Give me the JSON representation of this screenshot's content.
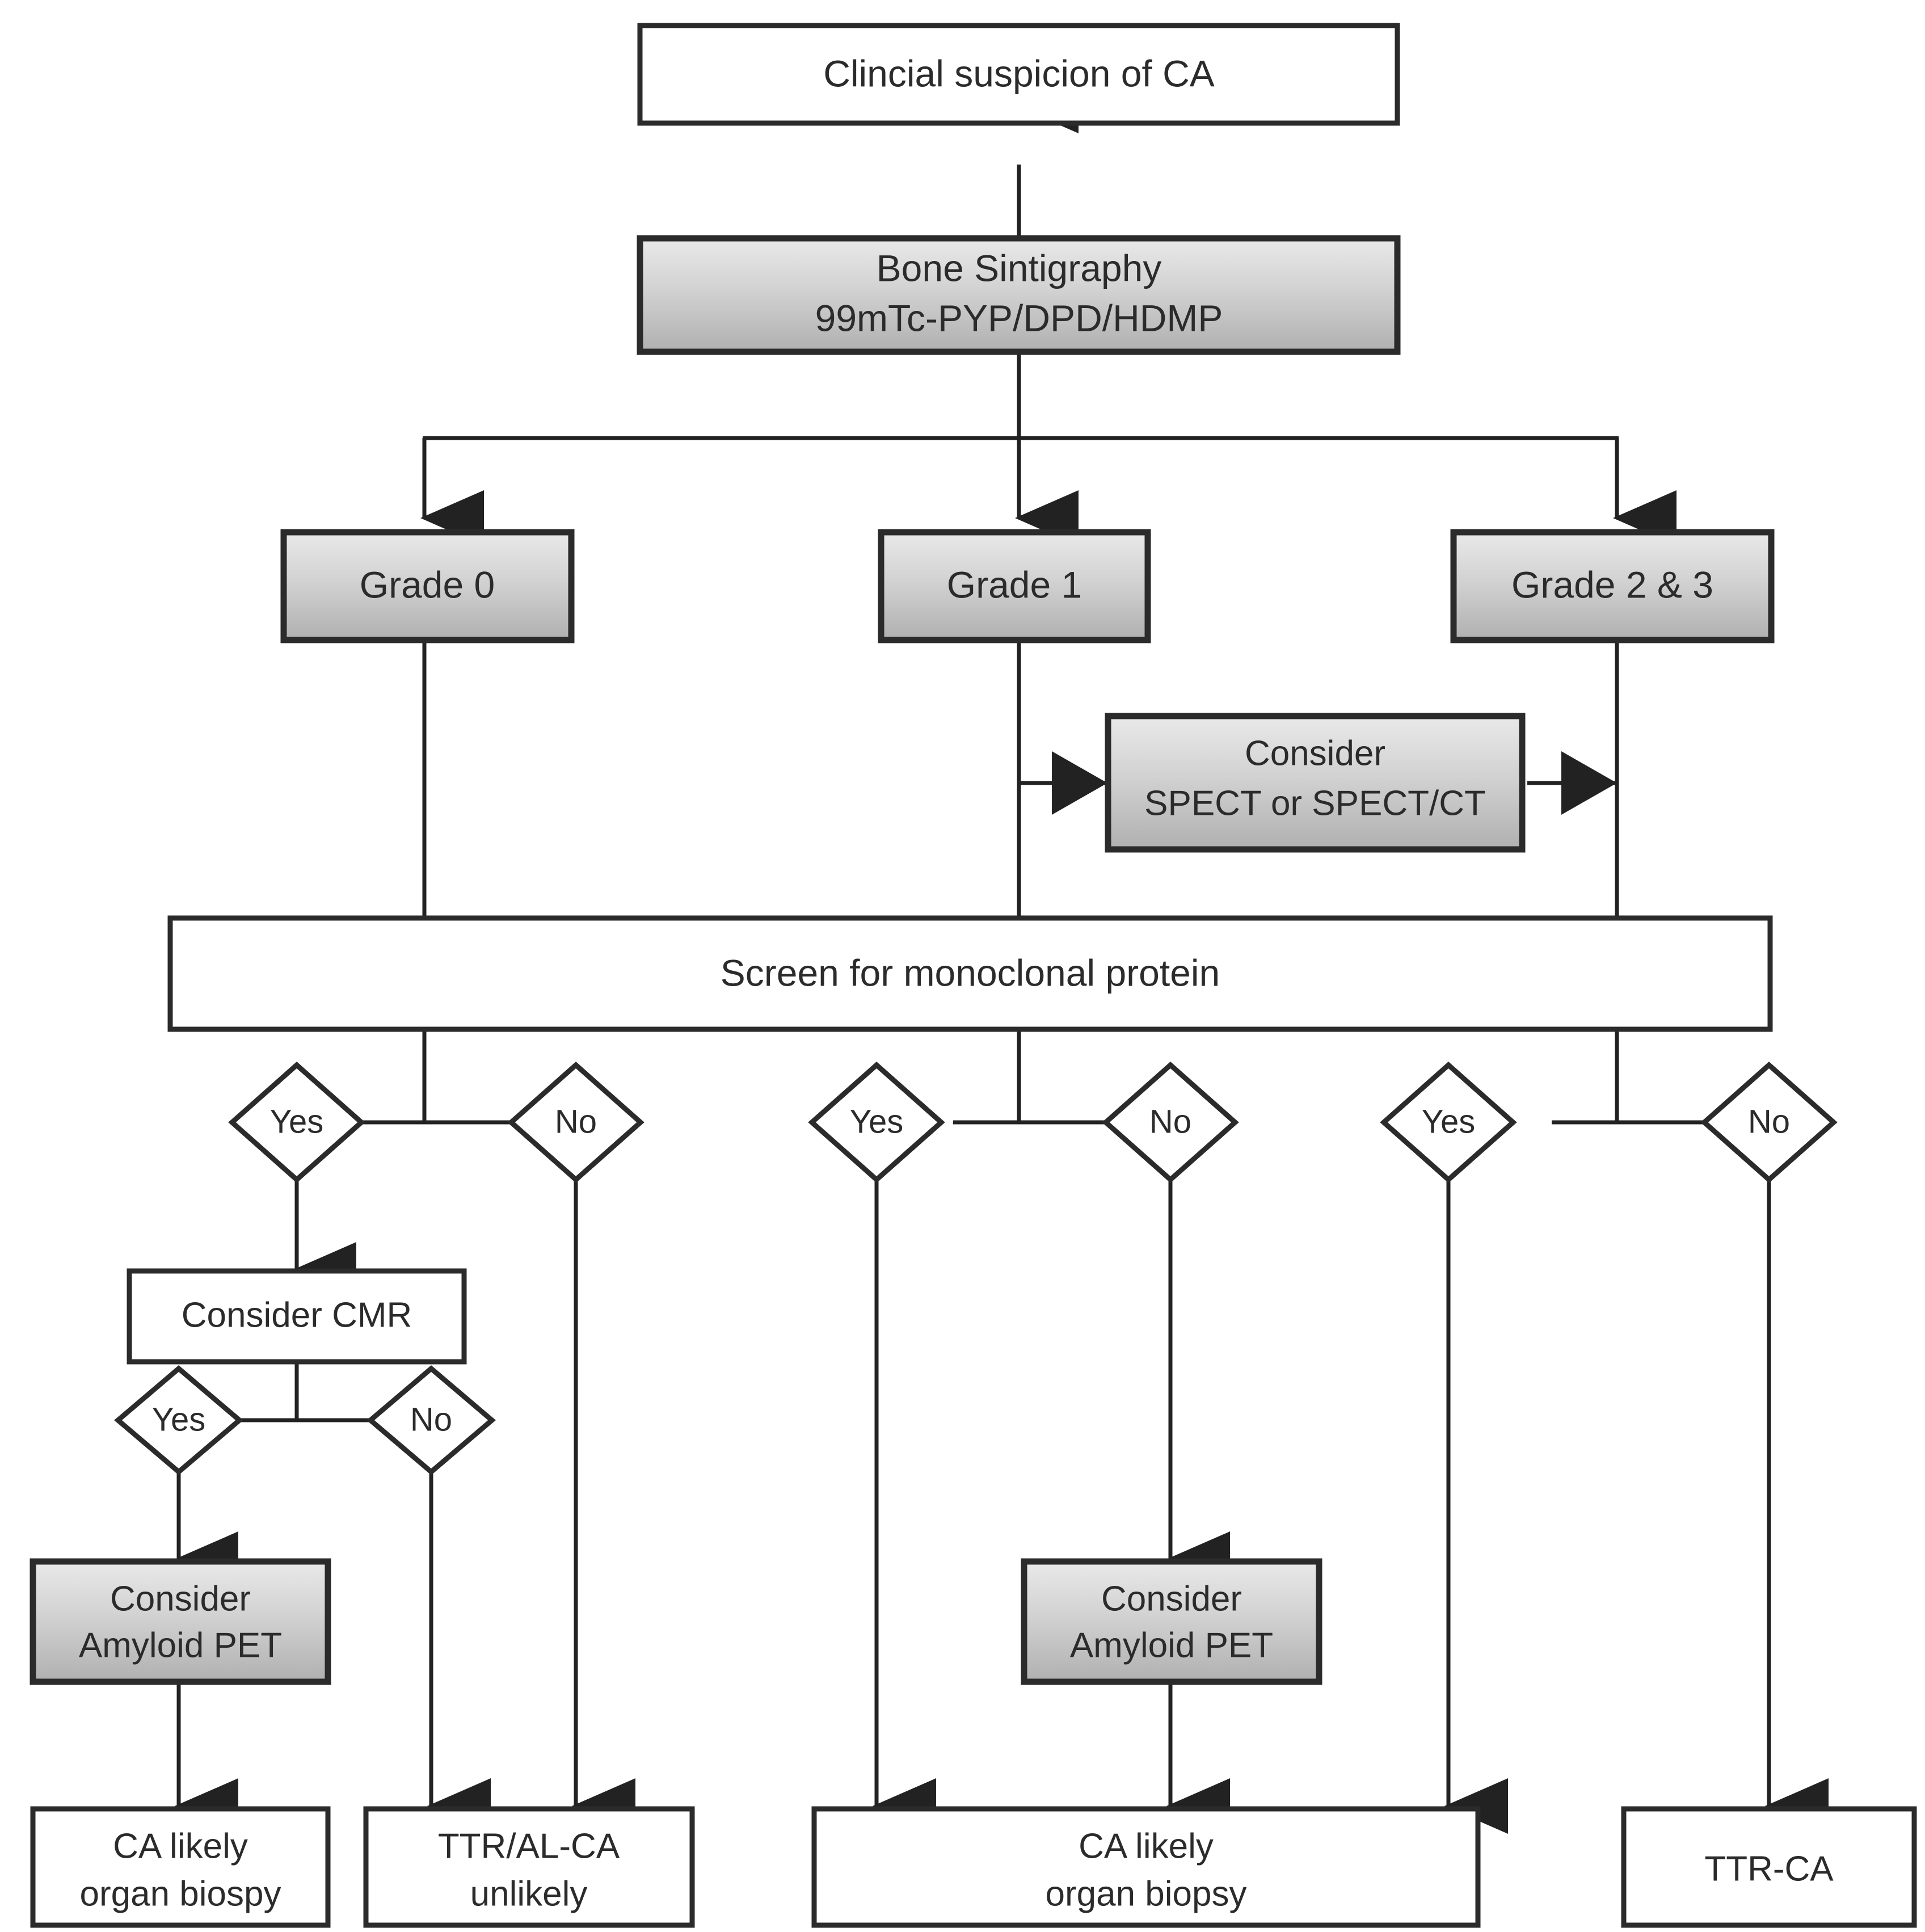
{
  "chart_data": {
    "type": "diagram",
    "title": "Diagnostic algorithm for cardiac amyloidosis",
    "nodes": [
      {
        "id": "n1",
        "label": "Clincial suspicion of CA",
        "shape": "rect",
        "style": "plain"
      },
      {
        "id": "n2",
        "label": "Bone Sintigraphy\n99mTc-PYP/DPD/HDMP",
        "shape": "rect",
        "style": "gradient"
      },
      {
        "id": "n3",
        "label": "Grade 0",
        "shape": "rect",
        "style": "gradient"
      },
      {
        "id": "n4",
        "label": "Grade 1",
        "shape": "rect",
        "style": "gradient"
      },
      {
        "id": "n5",
        "label": "Grade 2 & 3",
        "shape": "rect",
        "style": "gradient"
      },
      {
        "id": "n6",
        "label": "Consider\nSPECT or SPECT/CT",
        "shape": "rect",
        "style": "gradient"
      },
      {
        "id": "n7",
        "label": "Screen for monoclonal protein",
        "shape": "rect",
        "style": "plain"
      },
      {
        "id": "d1",
        "label": "Yes",
        "shape": "diamond",
        "style": "plain"
      },
      {
        "id": "d2",
        "label": "No",
        "shape": "diamond",
        "style": "plain"
      },
      {
        "id": "d3",
        "label": "Yes",
        "shape": "diamond",
        "style": "plain"
      },
      {
        "id": "d4",
        "label": "No",
        "shape": "diamond",
        "style": "plain"
      },
      {
        "id": "d5",
        "label": "Yes",
        "shape": "diamond",
        "style": "plain"
      },
      {
        "id": "d6",
        "label": "No",
        "shape": "diamond",
        "style": "plain"
      },
      {
        "id": "n8",
        "label": "Consider CMR",
        "shape": "rect",
        "style": "plain"
      },
      {
        "id": "d7",
        "label": "Yes",
        "shape": "diamond",
        "style": "plain"
      },
      {
        "id": "d8",
        "label": "No",
        "shape": "diamond",
        "style": "plain"
      },
      {
        "id": "n9",
        "label": "Consider\nAmyloid PET",
        "shape": "rect",
        "style": "gradient"
      },
      {
        "id": "n10",
        "label": "Consider\nAmyloid PET",
        "shape": "rect",
        "style": "gradient"
      },
      {
        "id": "n11",
        "label": "CA likely\norgan biospy",
        "shape": "rect",
        "style": "plain"
      },
      {
        "id": "n12",
        "label": "TTR/AL-CA\nunlikely",
        "shape": "rect",
        "style": "plain"
      },
      {
        "id": "n13",
        "label": "CA likely\norgan biopsy",
        "shape": "rect",
        "style": "plain"
      },
      {
        "id": "n14",
        "label": "TTR-CA",
        "shape": "rect",
        "style": "plain"
      }
    ],
    "edges": [
      {
        "from": "n1",
        "to": "n2",
        "arrow": true
      },
      {
        "from": "n2",
        "to": "n3",
        "arrow": true
      },
      {
        "from": "n2",
        "to": "n4",
        "arrow": true
      },
      {
        "from": "n2",
        "to": "n5",
        "arrow": true
      },
      {
        "from": "n4",
        "to": "n6",
        "arrow": true
      },
      {
        "from": "n5",
        "to": "n6",
        "arrow": true
      },
      {
        "from": "n3",
        "to": "n7",
        "arrow": false
      },
      {
        "from": "n4",
        "to": "n7",
        "arrow": false
      },
      {
        "from": "n5",
        "to": "n7",
        "arrow": false
      },
      {
        "from": "n7",
        "to": "d1",
        "arrow": false
      },
      {
        "from": "n7",
        "to": "d2",
        "arrow": false
      },
      {
        "from": "n7",
        "to": "d3",
        "arrow": false
      },
      {
        "from": "n7",
        "to": "d4",
        "arrow": false
      },
      {
        "from": "n7",
        "to": "d5",
        "arrow": false
      },
      {
        "from": "n7",
        "to": "d6",
        "arrow": false
      },
      {
        "from": "d1",
        "to": "n8",
        "arrow": true
      },
      {
        "from": "n8",
        "to": "d7",
        "arrow": false
      },
      {
        "from": "n8",
        "to": "d8",
        "arrow": false
      },
      {
        "from": "d7",
        "to": "n9",
        "arrow": true
      },
      {
        "from": "n9",
        "to": "n11",
        "arrow": true
      },
      {
        "from": "d8",
        "to": "n12",
        "arrow": true
      },
      {
        "from": "d2",
        "to": "n12",
        "arrow": true
      },
      {
        "from": "d3",
        "to": "n13",
        "arrow": true
      },
      {
        "from": "d4",
        "to": "n10",
        "arrow": true
      },
      {
        "from": "n10",
        "to": "n13",
        "arrow": true
      },
      {
        "from": "d5",
        "to": "n13",
        "arrow": true
      },
      {
        "from": "d6",
        "to": "n14",
        "arrow": true
      }
    ],
    "colors": {
      "background": "#ffffff",
      "stroke": "#2b2b2b",
      "text": "#2b2b2b",
      "gradient_top": "#e6e6e6",
      "gradient_bottom": "#b2b2b2",
      "plain_fill": "#ffffff"
    }
  },
  "nodes": {
    "clinical_suspicion": "Clincial suspicion of CA",
    "bone_scint_line1": "Bone Sintigraphy",
    "bone_scint_line2": "99mTc-PYP/DPD/HDMP",
    "grade0": "Grade 0",
    "grade1": "Grade 1",
    "grade23": "Grade 2 & 3",
    "spect_line1": "Consider",
    "spect_line2": "SPECT or SPECT/CT",
    "screen_monoclonal": "Screen for monoclonal protein",
    "consider_cmr": "Consider CMR",
    "amyloid_pet_left_line1": "Consider",
    "amyloid_pet_left_line2": "Amyloid PET",
    "amyloid_pet_mid_line1": "Consider",
    "amyloid_pet_mid_line2": "Amyloid PET",
    "ca_likely_left_line1": "CA likely",
    "ca_likely_left_line2": "organ biospy",
    "ttr_al_ca_line1": "TTR/AL-CA",
    "ttr_al_ca_line2": "unlikely",
    "ca_likely_mid_line1": "CA likely",
    "ca_likely_mid_line2": "organ biopsy",
    "ttr_ca": "TTR-CA"
  },
  "decisions": {
    "screen_left_yes": "Yes",
    "screen_left_no": "No",
    "screen_mid_yes": "Yes",
    "screen_mid_no": "No",
    "screen_right_yes": "Yes",
    "screen_right_no": "No",
    "cmr_yes": "Yes",
    "cmr_no": "No"
  }
}
